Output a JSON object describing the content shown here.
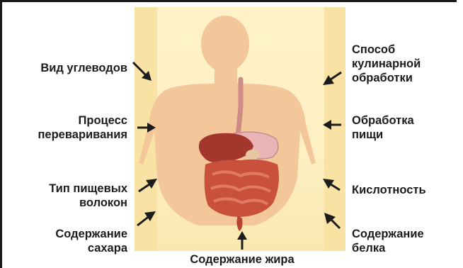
{
  "figure": {
    "labels_left": [
      {
        "id": "carb-type",
        "lines": [
          "Вид углеводов"
        ]
      },
      {
        "id": "digestion-process",
        "lines": [
          "Процесс",
          "переваривания"
        ]
      },
      {
        "id": "fiber-type",
        "lines": [
          "Тип пищевых",
          "волокон"
        ]
      },
      {
        "id": "sugar-content",
        "lines": [
          "Содержание",
          "сахара"
        ]
      }
    ],
    "labels_right": [
      {
        "id": "cooking-method",
        "lines": [
          "Способ",
          "кулинарной",
          "обработки"
        ]
      },
      {
        "id": "food-processing",
        "lines": [
          "Обработка",
          "пищи"
        ]
      },
      {
        "id": "acidity",
        "lines": [
          "Кислотность"
        ]
      },
      {
        "id": "protein-content",
        "lines": [
          "Содержание",
          "белка"
        ]
      }
    ],
    "label_bottom": {
      "id": "fat-content",
      "lines": [
        "Содержание жира"
      ]
    },
    "colors": {
      "background_panel": "#f9e3a4",
      "body_silhouette": "#f3c79a",
      "liver": "#a3372d",
      "intestines": "#c9503a",
      "esophagus": "#cf8c86",
      "arrow": "#1c1c1c",
      "text": "#1c1c1c"
    }
  }
}
